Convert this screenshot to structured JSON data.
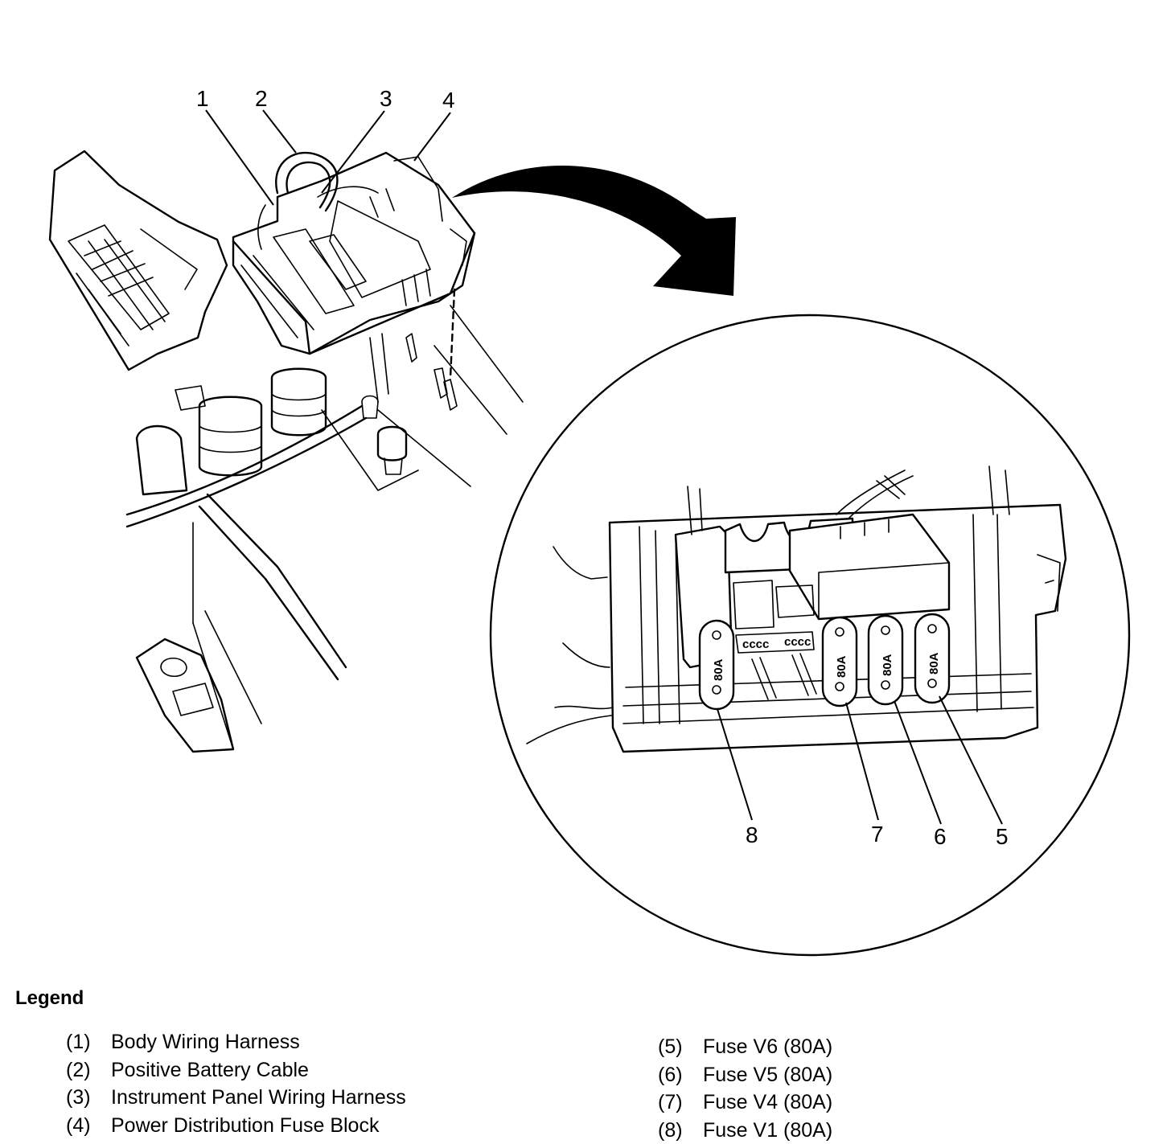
{
  "callouts": [
    {
      "n": "1"
    },
    {
      "n": "2"
    },
    {
      "n": "3"
    },
    {
      "n": "4"
    },
    {
      "n": "5"
    },
    {
      "n": "6"
    },
    {
      "n": "7"
    },
    {
      "n": "8"
    }
  ],
  "fuse_rating": "80A",
  "legend": {
    "title": "Legend",
    "left": [
      {
        "num": "(1)",
        "text": "Body Wiring Harness"
      },
      {
        "num": "(2)",
        "text": "Positive Battery Cable"
      },
      {
        "num": "(3)",
        "text": "Instrument Panel Wiring Harness"
      },
      {
        "num": "(4)",
        "text": "Power Distribution Fuse Block"
      }
    ],
    "right": [
      {
        "num": "(5)",
        "text": "Fuse V6 (80A)"
      },
      {
        "num": "(6)",
        "text": "Fuse V5 (80A)"
      },
      {
        "num": "(7)",
        "text": "Fuse V4 (80A)"
      },
      {
        "num": "(8)",
        "text": "Fuse V1 (80A)"
      }
    ]
  }
}
